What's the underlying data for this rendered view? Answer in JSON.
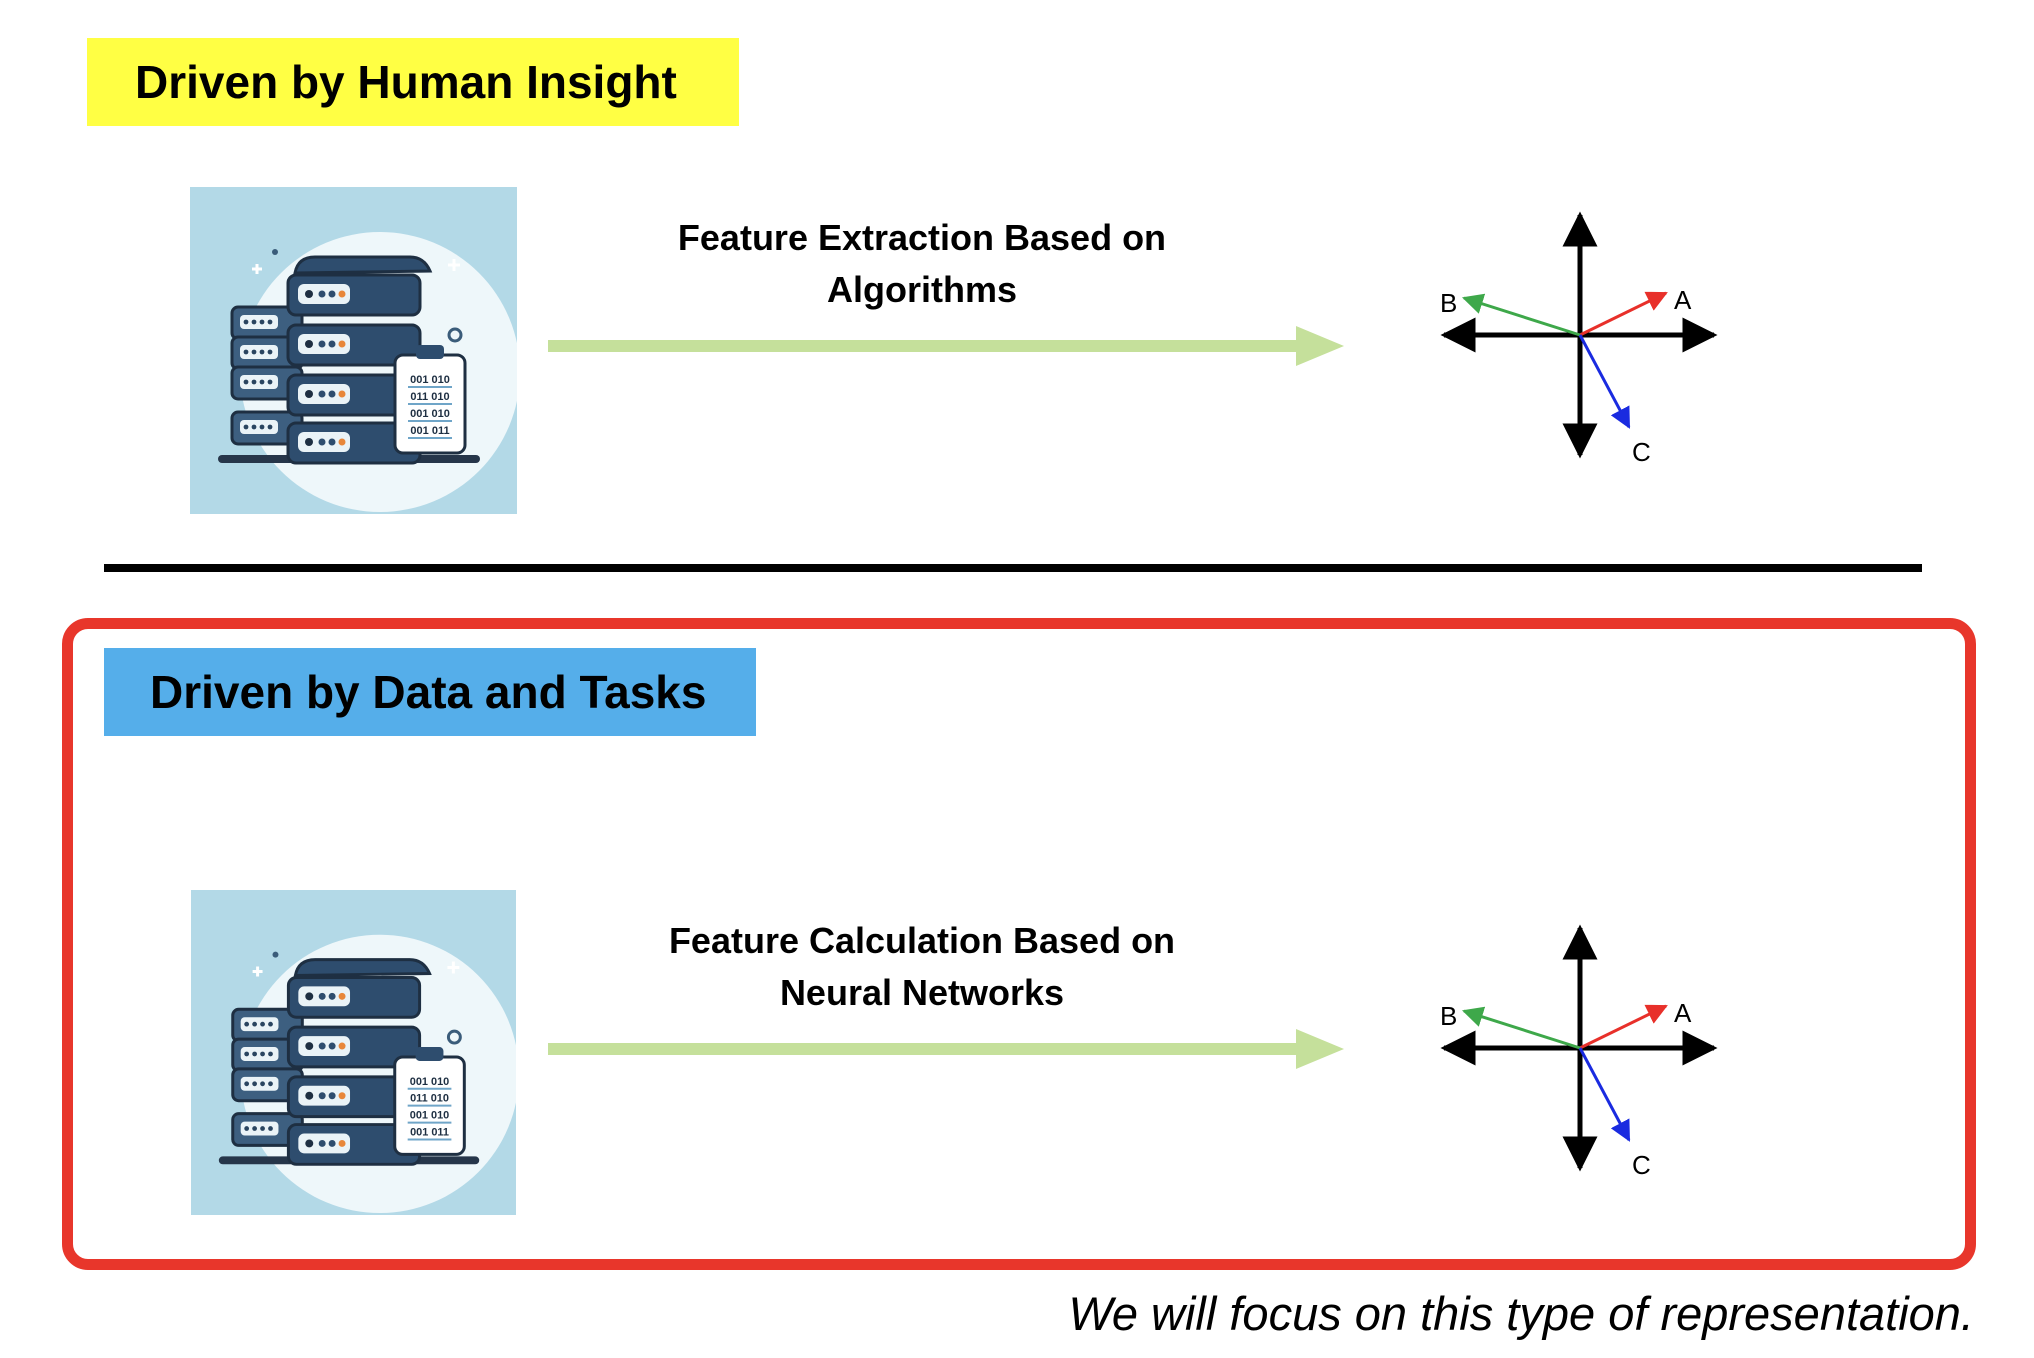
{
  "sections": [
    {
      "title": "Driven by Human Insight",
      "title_bg": "#FFFF44",
      "process_label_line1": "Feature Extraction Based on",
      "process_label_line2": "Algorithms"
    },
    {
      "title": "Driven by Data and Tasks",
      "title_bg": "#55AEEA",
      "process_label_line1": "Feature Calculation Based on",
      "process_label_line2": "Neural Networks"
    }
  ],
  "vector_labels": {
    "a": "A",
    "b": "B",
    "c": "C"
  },
  "icon": {
    "binary_lines": [
      "001 010",
      "011 010",
      "001 010",
      "001 011"
    ]
  },
  "colors": {
    "flow_arrow": "#C5E09B",
    "vector_a": "#E8302A",
    "vector_b": "#3EA84A",
    "vector_c": "#1A2BE0",
    "highlight_frame": "#E8362B",
    "divider": "#000000",
    "icon_bg": "#B3D9E7"
  },
  "footnote": "We will focus on this type of representation."
}
